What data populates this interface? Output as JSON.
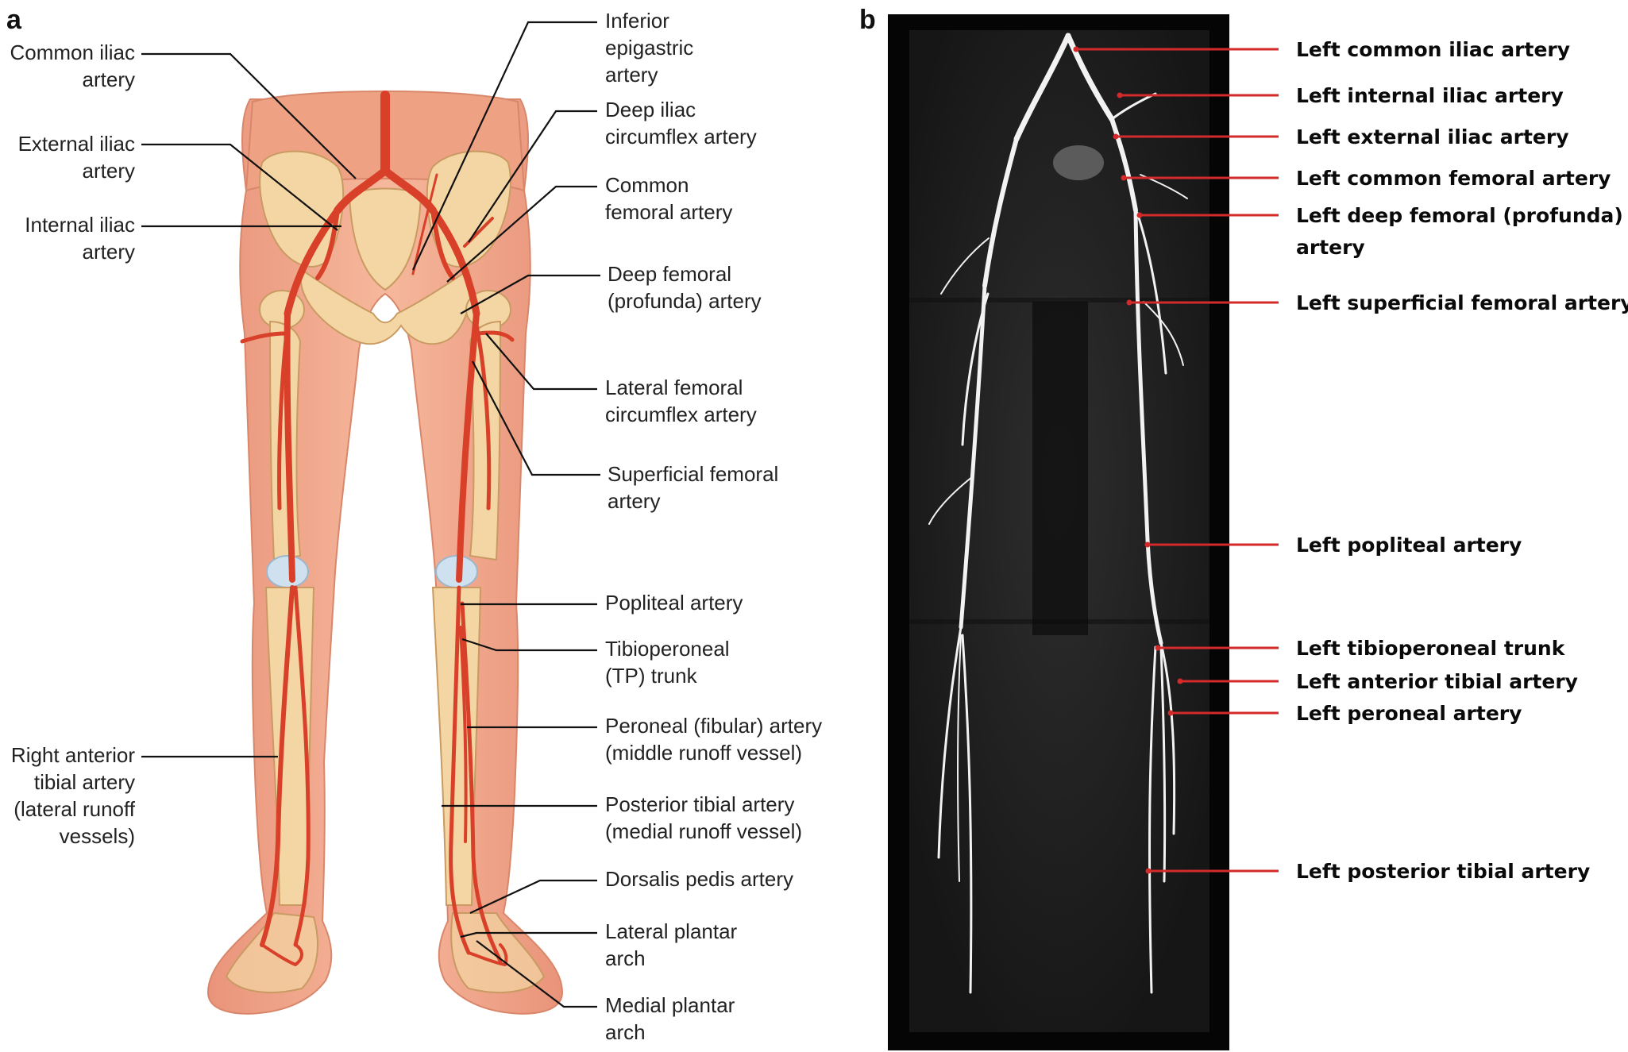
{
  "panel_a": {
    "letter": "a",
    "labels": {
      "common_iliac": [
        "Common iliac",
        "artery"
      ],
      "external_iliac": [
        "External iliac",
        "artery"
      ],
      "internal_iliac": [
        "Internal iliac",
        "artery"
      ],
      "right_anterior_tibial": [
        "Right anterior",
        "tibial artery",
        "(lateral runoff",
        "vessels)"
      ],
      "inferior_epigastric": [
        "Inferior",
        "epigastric",
        "artery"
      ],
      "deep_iliac_circumflex": [
        "Deep iliac",
        "circumflex artery"
      ],
      "common_femoral": [
        "Common",
        "femoral artery"
      ],
      "deep_femoral": [
        "Deep femoral",
        "(profunda) artery"
      ],
      "lateral_femoral_circumflex": [
        "Lateral femoral",
        "circumflex artery"
      ],
      "superficial_femoral": [
        "Superficial femoral",
        "artery"
      ],
      "popliteal": [
        "Popliteal artery"
      ],
      "tibioperoneal": [
        "Tibioperoneal",
        "(TP) trunk"
      ],
      "peroneal": [
        "Peroneal (fibular) artery",
        "(middle runoff vessel)"
      ],
      "posterior_tibial": [
        "Posterior tibial artery",
        "(medial runoff vessel)"
      ],
      "dorsalis_pedis": [
        "Dorsalis pedis artery"
      ],
      "lateral_plantar": [
        "Lateral plantar",
        "arch"
      ],
      "medial_plantar": [
        "Medial plantar",
        "arch"
      ]
    }
  },
  "panel_b": {
    "letter": "b",
    "labels": {
      "common_iliac": "Left common iliac artery",
      "internal_iliac": "Left internal iliac artery",
      "external_iliac": "Left external iliac artery",
      "common_femoral": "Left common femoral artery",
      "deep_femoral": [
        "Left deep femoral (profunda)",
        "artery"
      ],
      "superficial_femoral": "Left superficial femoral artery",
      "popliteal": "Left popliteal artery",
      "tibioperoneal": "Left tibioperoneal trunk",
      "anterior_tibial": "Left anterior tibial artery",
      "peroneal": "Left peroneal artery",
      "posterior_tibial": "Left posterior tibial artery"
    }
  },
  "colors": {
    "artery_red": "#d8402a",
    "leader_red": "#d42a2a",
    "skin": "#f0a788",
    "bone": "#f4d6a4",
    "mra_background": "#141414"
  }
}
